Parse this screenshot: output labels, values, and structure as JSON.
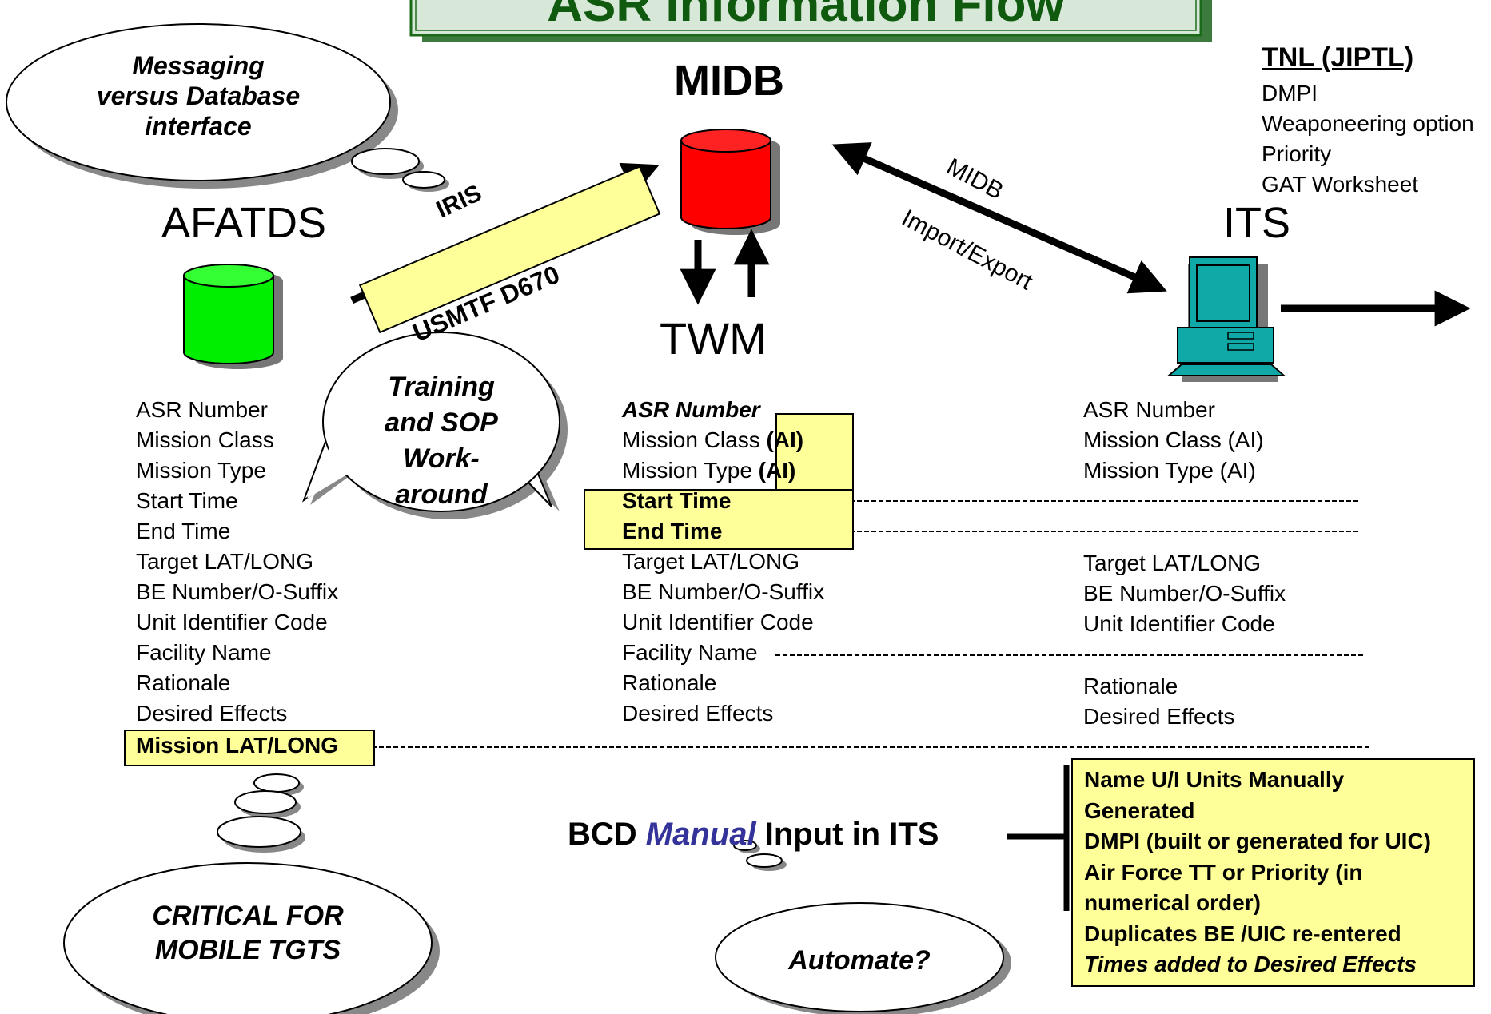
{
  "title": "ASR Information Flow",
  "nodes": {
    "midb": "MIDB",
    "afatds": "AFATDS",
    "twm": "TWM",
    "its": "ITS"
  },
  "links": {
    "iris": "IRIS",
    "usmtf": "USMTF D670",
    "midb_import_line1": "MIDB",
    "midb_import_line2": "Import/Export"
  },
  "clouds": {
    "messaging": [
      "Messaging",
      "versus Database",
      "interface"
    ],
    "training": [
      "Training",
      "and SOP",
      "Work-",
      "around"
    ],
    "critical": [
      "CRITICAL FOR",
      "MOBILE TGTS"
    ],
    "automate": "Automate?"
  },
  "tnl": {
    "heading": "TNL (JIPTL)",
    "items": [
      "DMPI",
      "Weaponeering option",
      "Priority",
      "GAT Worksheet"
    ]
  },
  "afatds_fields": [
    "ASR Number",
    "Mission Class",
    "Mission Type",
    "Start Time",
    "End Time",
    "Target LAT/LONG",
    "BE Number/O-Suffix",
    "Unit Identifier Code",
    "Facility Name",
    "Rationale",
    "Desired Effects",
    "Mission LAT/LONG"
  ],
  "twm_fields": {
    "asr_number": "ASR Number",
    "mission_class": "Mission Class",
    "mission_type": "Mission Type",
    "ai": "(AI)",
    "start_time": "Start Time",
    "end_time": "End Time",
    "rest": [
      "Target LAT/LONG",
      "BE Number/O-Suffix",
      "Unit Identifier Code",
      "Facility Name",
      "Rationale",
      "Desired Effects"
    ]
  },
  "its_fields": [
    "ASR Number",
    "Mission Class (AI)",
    "Mission Type (AI)",
    "Target LAT/LONG",
    "BE Number/O-Suffix",
    "Unit Identifier Code",
    "Rationale",
    "Desired Effects"
  ],
  "bcd": {
    "pre": "BCD",
    "manual": "Manual",
    "post": "Input in ITS"
  },
  "manual_box": {
    "items": [
      "Name U/I Units Manually",
      "Generated",
      "DMPI (built or generated for UIC)",
      "Air Force TT or Priority (in",
      "numerical order)",
      "Duplicates BE /UIC re-entered"
    ],
    "italic_item": "Times added to Desired Effects"
  },
  "colors": {
    "midb_db": "#ff0000",
    "afatds_db": "#00ee00",
    "highlight": "#ffff99",
    "title_box": "#d8e8d8",
    "title_border": "#1a6a1a",
    "computer": "#11a8a8",
    "manual_text": "#333399"
  },
  "icons": [
    "cloud",
    "database-cylinder",
    "computer"
  ]
}
